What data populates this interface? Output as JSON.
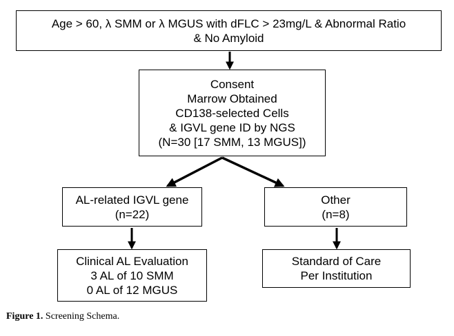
{
  "boxes": {
    "criteria": {
      "line1": "Age > 60, λ SMM or λ MGUS with dFLC > 23mg/L & Abnormal Ratio",
      "line2": "& No Amyloid"
    },
    "consent": {
      "line1": "Consent",
      "line2": "Marrow Obtained",
      "line3": "CD138-selected Cells",
      "line4": "& IGVL gene ID by NGS",
      "line5": "(N=30 [17 SMM, 13 MGUS])"
    },
    "al_related": {
      "line1": "AL-related IGVL gene",
      "line2": "(n=22)"
    },
    "other": {
      "line1": "Other",
      "line2": "(n=8)"
    },
    "clinical_eval": {
      "line1": "Clinical AL Evaluation",
      "line2": "3 AL of 10 SMM",
      "line3": "0 AL of 12 MGUS"
    },
    "standard_care": {
      "line1": "Standard of Care",
      "line2": "Per Institution"
    }
  },
  "caption": {
    "label": "Figure 1.",
    "text": "Screening Schema."
  }
}
